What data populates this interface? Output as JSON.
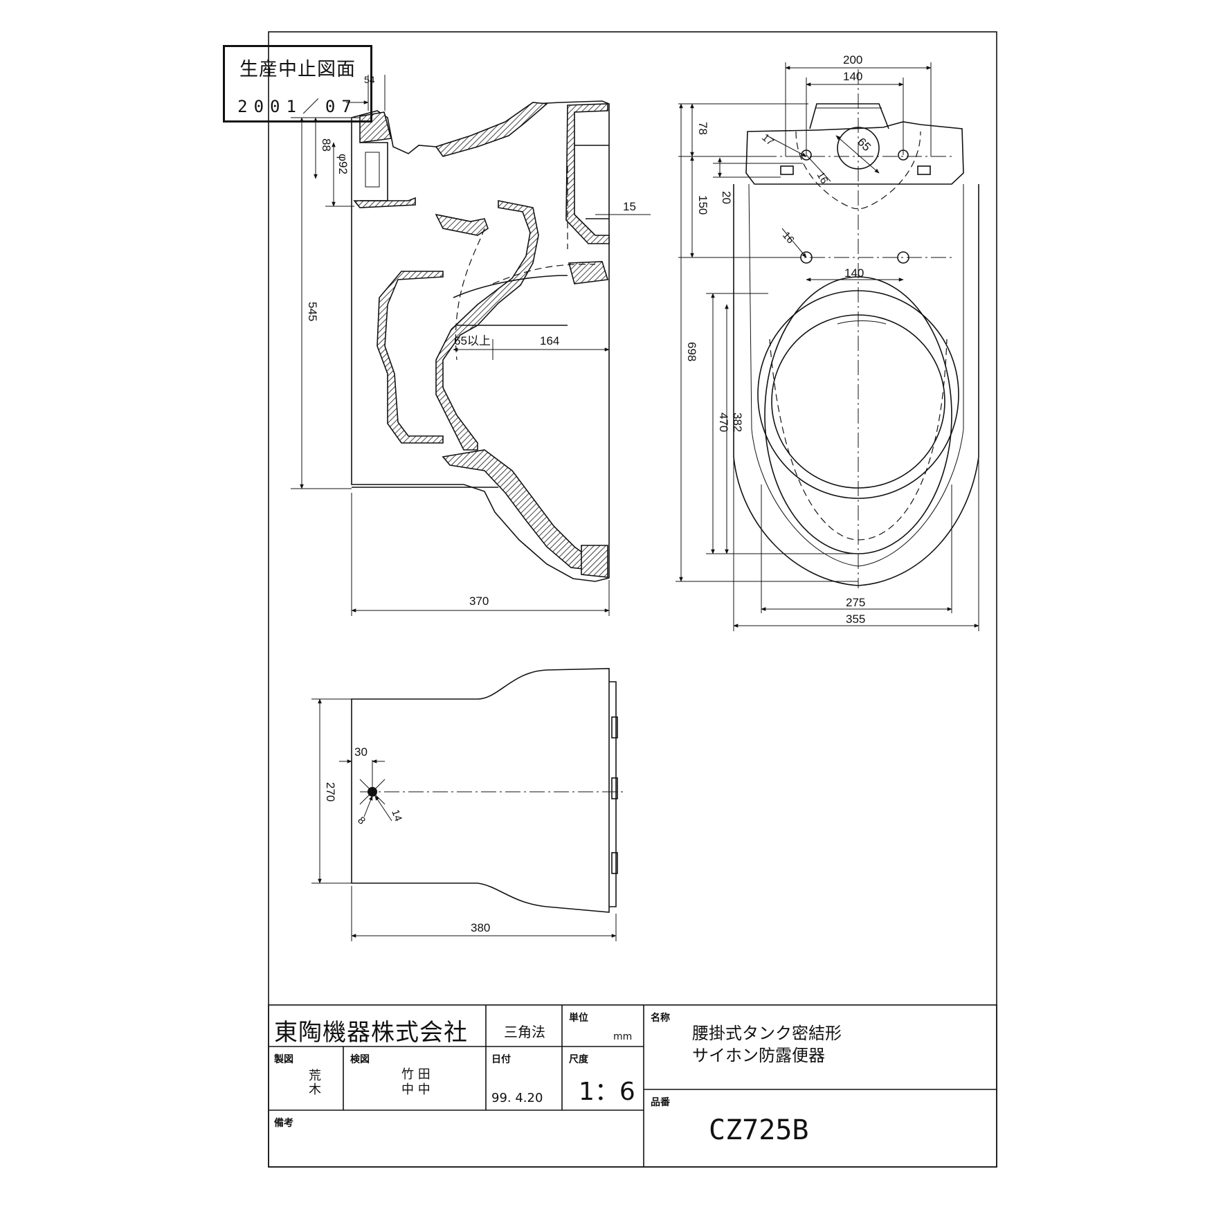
{
  "stamp": {
    "title": "生産中止図面",
    "date": "2001／07"
  },
  "dimensions": {
    "side_view": [
      "54",
      "88",
      "φ92",
      "545",
      "15",
      "65以上",
      "164",
      "370"
    ],
    "top_view": [
      "200",
      "140",
      "65",
      "17",
      "16",
      "78",
      "20",
      "150",
      "16",
      "140",
      "698",
      "470",
      "382",
      "275",
      "355"
    ],
    "bottom_view": [
      "30",
      "270",
      "8",
      "14",
      "380"
    ]
  },
  "title_block": {
    "company": "東陶機器株式会社",
    "projection": "三角法",
    "unit_label": "単位",
    "unit_value": "mm",
    "name_label": "名称",
    "name_line1": "腰掛式タンク密結形",
    "name_line2": "サイホン防露便器",
    "drawn_label": "製図",
    "drawn_by_1": "荒",
    "drawn_by_2": "木",
    "checked_label": "検図",
    "checked_by_1": "竹 田",
    "checked_by_2": "中 中",
    "date_label": "日付",
    "date_value": "99. 4.20",
    "scale_label": "尺度",
    "scale_value": "1：6",
    "part_no_label": "品番",
    "part_no": "CZ725B",
    "remarks_label": "備考"
  }
}
